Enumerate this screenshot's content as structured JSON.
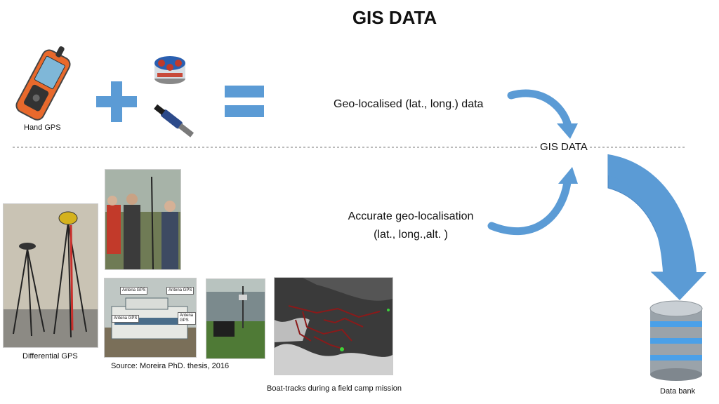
{
  "title": "GIS DATA",
  "top_row": {
    "hand_gps_label": "Hand GPS",
    "geo_data_label": "Geo-localised (lat., long.) data"
  },
  "center": {
    "gis_data_label": "GIS DATA"
  },
  "bottom_row": {
    "accurate_line1": "Accurate geo-localisation",
    "accurate_line2": "(lat., long.,alt. )",
    "differential_gps_label": "Differential GPS",
    "source_label": "Source: Moreira PhD. thesis, 2016",
    "boat_tracks_label": "Boat-tracks during a field camp mission",
    "antenna_tags": [
      "Antena GPS",
      "Antena GPS",
      "Antena GPS",
      "Antena GPS"
    ]
  },
  "data_bank_label": "Data bank",
  "colors": {
    "arrow_blue": "#5b9bd5",
    "plus_equals_blue": "#5b9bd5",
    "divider": "#777777"
  }
}
